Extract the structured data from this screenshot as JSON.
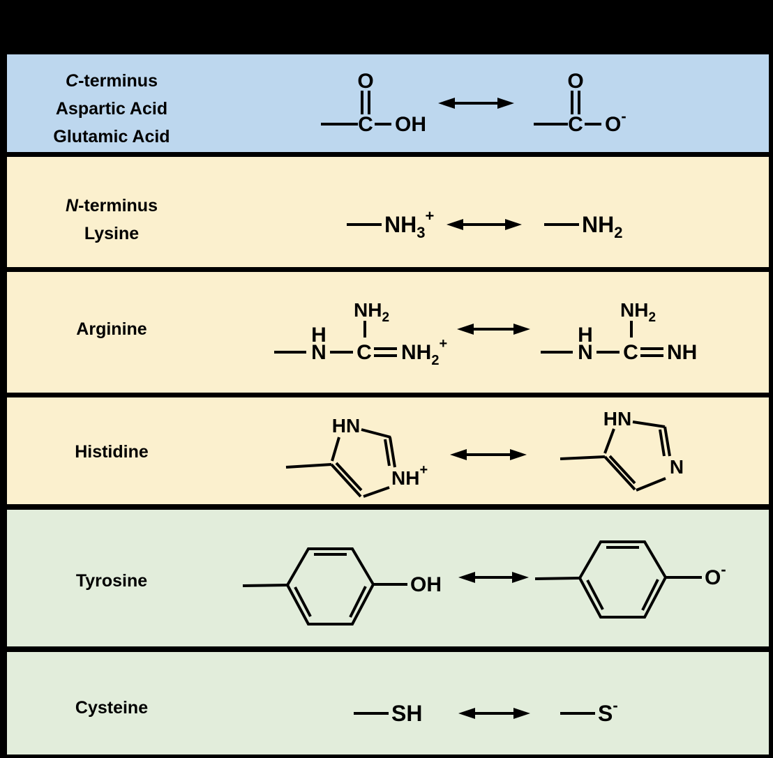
{
  "colors": {
    "header_band": "#000000",
    "row_blue": "#BDD7EE",
    "row_cream": "#FBF0CE",
    "row_green": "#E2EDDB",
    "divider": "#000000",
    "ink": "#000000"
  },
  "rows": [
    {
      "name": "carboxyl",
      "label": {
        "line1_italic": "C",
        "line1": "-terminus",
        "line2": "Aspartic Acid",
        "line3": "Glutamic Acid"
      },
      "atoms": {
        "l_O": "O",
        "l_C": "C",
        "l_OH": "OH",
        "r_O": "O",
        "r_C": "C",
        "r_O2": "O",
        "r_minus": "-"
      }
    },
    {
      "name": "amine",
      "label": {
        "line1_italic": "N",
        "line1": "-terminus",
        "line2": "Lysine"
      },
      "atoms": {
        "l_NH": "NH",
        "l_sub": "3",
        "l_plus": "+",
        "r_NH": "NH",
        "r_sub": "2"
      }
    },
    {
      "name": "arginine",
      "label": {
        "line1": "Arginine"
      },
      "atoms": {
        "l_top_NH": "NH",
        "l_top_sub": "2",
        "l_H": "H",
        "l_N": "N",
        "l_C": "C",
        "l_NH": "NH",
        "l_sub": "2",
        "l_plus": "+",
        "r_top_NH": "NH",
        "r_top_sub": "2",
        "r_H": "H",
        "r_N": "N",
        "r_C": "C",
        "r_NH": "NH"
      }
    },
    {
      "name": "histidine",
      "label": {
        "line1": "Histidine"
      },
      "atoms": {
        "l_HN": "HN",
        "l_NH": "NH",
        "l_plus": "+",
        "r_HN": "HN",
        "r_N": "N"
      }
    },
    {
      "name": "tyrosine",
      "label": {
        "line1": "Tyrosine"
      },
      "atoms": {
        "l_OH": "OH",
        "r_O": "O",
        "r_minus": "-"
      }
    },
    {
      "name": "cysteine",
      "label": {
        "line1": "Cysteine"
      },
      "atoms": {
        "l_SH": "SH",
        "r_S": "S",
        "r_minus": "-"
      }
    }
  ]
}
